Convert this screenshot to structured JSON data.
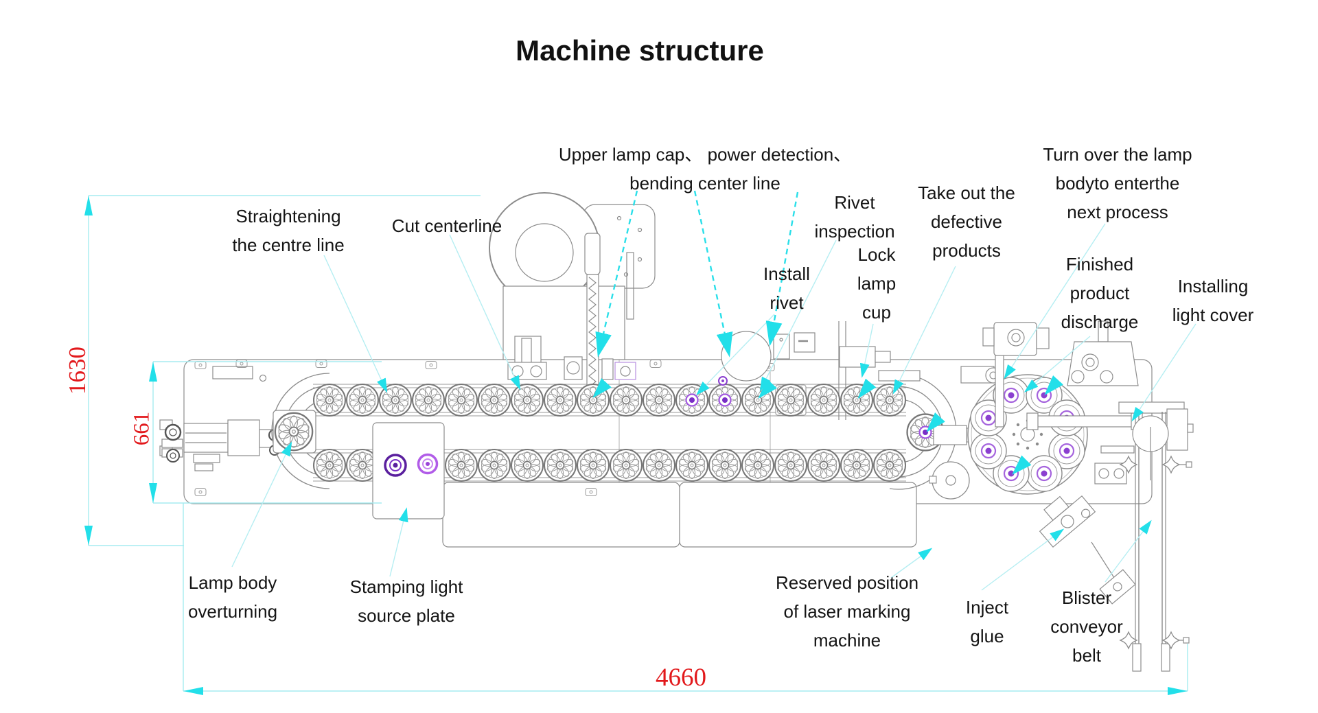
{
  "title": "Machine structure",
  "dimensions": {
    "overall_height": "1630",
    "track_height": "661",
    "overall_width": "4660"
  },
  "labels": {
    "straightening": [
      "Straightening",
      "the centre line"
    ],
    "cut_centerline": [
      "Cut centerline"
    ],
    "upper_lamp_cap": [
      "Upper lamp cap、 power detection、",
      "bending center line"
    ],
    "rivet_inspection": [
      "Rivet",
      "inspection"
    ],
    "install_rivet": [
      "Install",
      "rivet"
    ],
    "lock_lamp_cup": [
      "Lock",
      "lamp",
      "cup"
    ],
    "take_out_defective": [
      "Take out the",
      "defective",
      "products"
    ],
    "turn_over": [
      "Turn over the lamp",
      "bodyto enterthe",
      "next process"
    ],
    "finished_discharge": [
      "Finished",
      "product",
      "discharge"
    ],
    "installing_light_cover": [
      "Installing",
      "light cover"
    ],
    "lamp_body_overturning": [
      "Lamp body",
      "overturning"
    ],
    "stamping_plate": [
      "Stamping light",
      "source plate"
    ],
    "reserved_laser": [
      "Reserved position",
      "of laser marking",
      "machine"
    ],
    "inject_glue": [
      "Inject",
      "glue"
    ],
    "blister_belt": [
      "Blister",
      "conveyor",
      "belt"
    ]
  },
  "colors": {
    "dimension_red": "#e2191c",
    "leader_cyan": "#b5eef2",
    "arrow_cyan": "#22dfe9",
    "drawing_gray": "#8c8c8c",
    "accent_purple_dark": "#6a1fb8",
    "accent_purple_light": "#b15ce8"
  }
}
